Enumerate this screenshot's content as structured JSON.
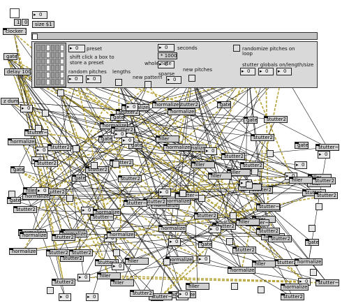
{
  "top": {
    "top_number": "0",
    "size_message": "size $1",
    "toggle_a": "1",
    "toggle_b": "0",
    "clocker": "clocker 1",
    "gate": "gate",
    "delay": "delay 100",
    "dumb": "z dumb"
  },
  "panel": {
    "preset_number": "0",
    "preset_label": "preset",
    "shift_hint_1": "shift click a box to",
    "shift_hint_2": "store a preset",
    "random_pitches": "random pitches",
    "lengths": "lengths",
    "new_pattern": "new pattern",
    "seconds_number": "0",
    "seconds": "seconds",
    "times": "* 1000",
    "whole_note": "whole note",
    "whole_note_number": "0",
    "sparse": "sparse",
    "new_pitches": "new pitches",
    "randomize_label_1": "randomize pitches on",
    "randomize_label_2": "loop",
    "globals_label": "stutter globals on/length/size",
    "num_1": "0",
    "num_2": "0",
    "num_3": "0",
    "num_4": "0",
    "num_5": "0",
    "num_6": "0"
  },
  "nodes": {
    "stutter": "stutter2",
    "stutter_alt": "stutter~",
    "filler": "filler",
    "gate": "gate",
    "normalize": "normalize~",
    "zero": "0"
  },
  "colors": {
    "wire_black": "#111111",
    "wire_signal": "#b7a43a"
  }
}
